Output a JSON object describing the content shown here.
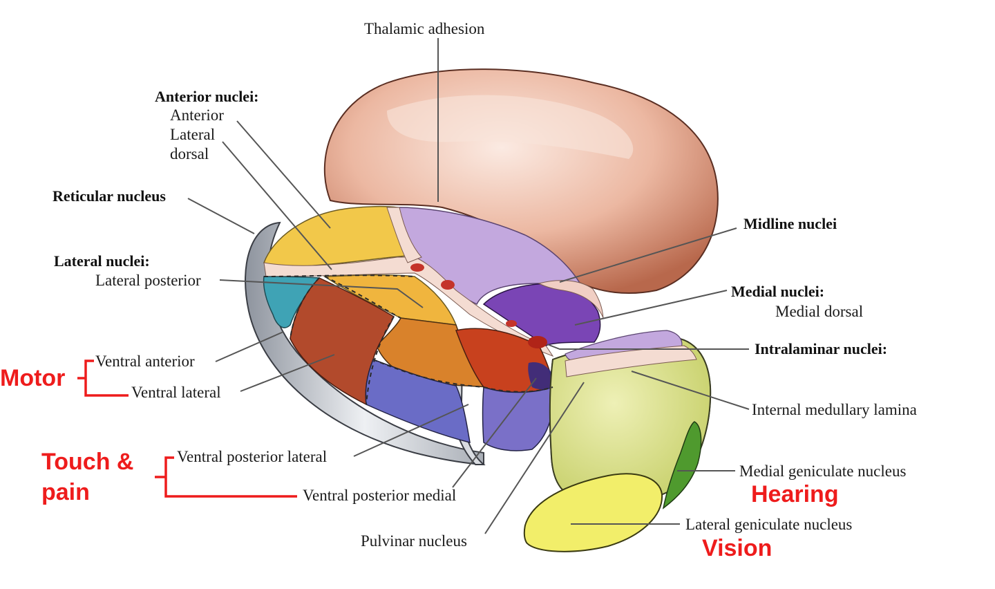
{
  "labels": {
    "thalamic_adhesion": "Thalamic adhesion",
    "anterior_nuclei": "Anterior nuclei:",
    "anterior": "Anterior",
    "lateral": "Lateral",
    "dorsal": "dorsal",
    "reticular_nucleus": "Reticular nucleus",
    "lateral_nuclei": "Lateral nuclei:",
    "lateral_posterior": "Lateral posterior",
    "ventral_anterior": "Ventral anterior",
    "ventral_lateral": "Ventral lateral",
    "ventral_posterior_lateral": "Ventral posterior lateral",
    "ventral_posterior_medial": "Ventral posterior medial",
    "pulvinar_nucleus": "Pulvinar nucleus",
    "midline_nuclei": "Midline nuclei",
    "medial_nuclei": "Medial nuclei:",
    "medial_dorsal": "Medial dorsal",
    "intralaminar_nuclei": "Intralaminar nuclei:",
    "internal_medullary_lamina": "Internal medullary lamina",
    "medial_geniculate_nucleus": "Medial geniculate nucleus",
    "lateral_geniculate_nucleus": "Lateral geniculate nucleus"
  },
  "annotations": {
    "motor": "Motor",
    "touch_line1": "Touch &",
    "touch_line2": "pain",
    "hearing": "Hearing",
    "vision": "Vision"
  },
  "colors": {
    "annotation_red": "#ee1c1c",
    "adhesion_mass": "#e8b09a",
    "anterior_yellow": "#f2c84a",
    "medial_purple": "#c3a8de",
    "medial_dorsal_violet": "#7a45b5",
    "lateral_posterior_orange": "#d9822b",
    "ventral_lateral_brown": "#b24a2c",
    "ventral_anterior_teal": "#3fa3b5",
    "ventral_posterior_blue": "#6a6cc6",
    "pulvinar_green": "#d8e08a",
    "medial_geniculate_green": "#4f9a2e",
    "lateral_geniculate_yellow": "#f2ee6a",
    "reticular_grey": "#c9cdd4",
    "lamina_pink": "#f4dcd2"
  }
}
